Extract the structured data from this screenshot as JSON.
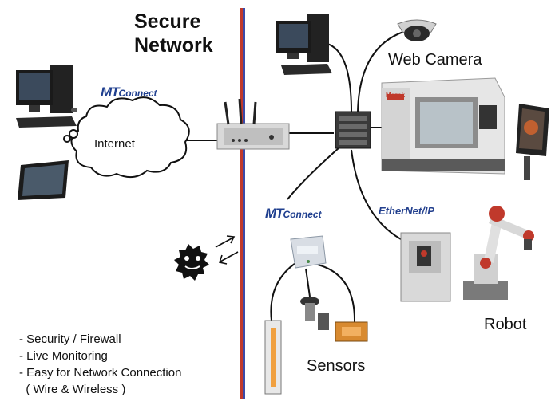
{
  "title_line1": "Secure",
  "title_line2": "Network",
  "cloud_label": "Internet",
  "mtconnect": {
    "big": "MT",
    "small": "Connect"
  },
  "ethernet_ip": "EtherNet/IP",
  "captions": {
    "web_camera": "Web Camera",
    "robot": "Robot",
    "sensors": "Sensors"
  },
  "bullets": [
    "- Security / Firewall",
    "- Live Monitoring",
    "- Easy for Network Connection",
    "  ( Wire & Wireless )"
  ],
  "colors": {
    "divider_red": "#c0392b",
    "divider_blue": "#3b4aa8",
    "logo_blue": "#1f3f8f"
  },
  "machine_brand": "Mazak"
}
